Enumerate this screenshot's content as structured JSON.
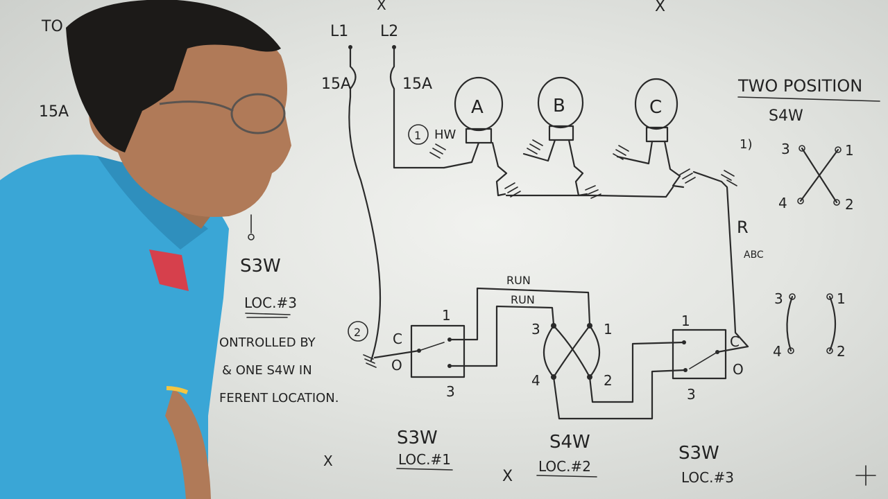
{
  "board": {
    "left_edge": {
      "top_label": "TO",
      "breaker": "15A"
    },
    "lines": {
      "l1": "L1",
      "l2": "L2",
      "breaker_l1": "15A",
      "breaker_l2": "15A"
    },
    "lamps": [
      "A",
      "B",
      "C"
    ],
    "hw": {
      "num": "1",
      "label": "HW"
    },
    "splice_note": {
      "num": "2"
    },
    "return_label": "R",
    "return_sub": "ABC",
    "runs": [
      "RUN",
      "RUN"
    ],
    "s3w_left": {
      "c": "C",
      "o": "O",
      "top": "1",
      "bottom": "3",
      "label": "S3W",
      "loc": "LOC.#1"
    },
    "s4w_mid": {
      "t1": "3",
      "t2": "1",
      "b1": "4",
      "b2": "2",
      "label": "S4W",
      "loc": "LOC.#2"
    },
    "s3w_right": {
      "c": "C",
      "o": "O",
      "top": "1",
      "bottom": "3",
      "label": "S3W",
      "loc": "LOC.#3"
    },
    "side_switch": {
      "label": "S3W",
      "loc": "LOC.#3"
    },
    "note": [
      "ONTROLLED BY",
      "& ONE S4W IN",
      "FERENT LOCATION."
    ],
    "two_position": {
      "title": "TWO POSITION",
      "sub": "S4W",
      "item": "1)",
      "x_terms": [
        "3",
        "1",
        "4",
        "2"
      ],
      "par_terms": [
        "3",
        "1",
        "4",
        "2"
      ]
    },
    "x_marks": [
      "X",
      "X",
      "X",
      "X"
    ]
  },
  "presenter": {
    "shirt_color": "#3aa6d6",
    "skin_color": "#b07a58",
    "hair_color": "#1c1a18"
  }
}
